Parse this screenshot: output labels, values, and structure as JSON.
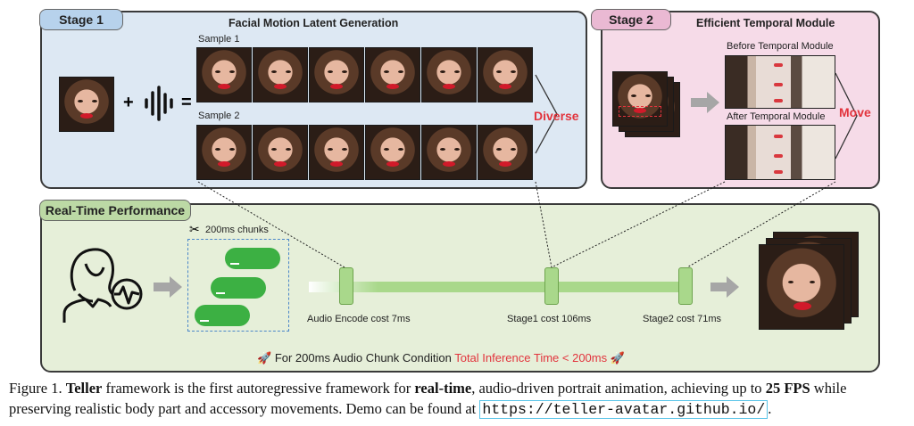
{
  "stage1": {
    "tab": "Stage 1",
    "title": "Facial Motion Latent Generation",
    "sample1": "Sample 1",
    "sample2": "Sample 2",
    "plus": "+",
    "equals": "=",
    "diverse": "Diverse"
  },
  "stage2": {
    "tab": "Stage 2",
    "title": "Efficient Temporal Module",
    "before": "Before Temporal Module",
    "after": "After Temporal Module",
    "move": "Move"
  },
  "realtime": {
    "tab": "Real-Time Performance",
    "chunks": "200ms chunks",
    "audio_encode": "Audio Encode cost 7ms",
    "stage1_cost": "Stage1 cost 106ms",
    "stage2_cost": "Stage2 cost 71ms",
    "condition": "For 200ms Audio Chunk Condition",
    "total": "Total Inference Time < 200ms"
  },
  "caption": {
    "prefix": "Figure 1.",
    "name": "Teller",
    "part1": "framework is the first autoregressive framework for",
    "realtime": "real-time",
    "part2": ", audio-driven portrait animation, achieving up to",
    "fps": "25 FPS",
    "part3": "while preserving realistic body part and accessory movements. Demo can be found at",
    "url": "https://teller-avatar.github.io/",
    "end": "."
  },
  "colors": {
    "stage1_bg": "#dde8f3",
    "stage2_bg": "#f6dbe8",
    "realtime_bg": "#e6efd9",
    "accent_red": "#e2343d",
    "bar_green": "#a9d88b"
  },
  "icons": [
    "portrait-photo",
    "audio-waveform-icon",
    "scissors-icon",
    "chat-bubble-icon",
    "person-speaking-icon",
    "rocket-icon",
    "arrow-right-icon"
  ]
}
